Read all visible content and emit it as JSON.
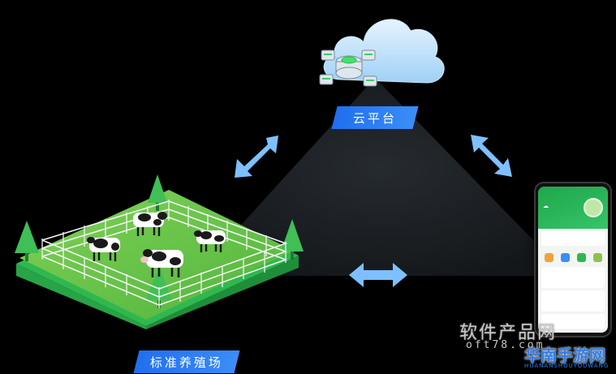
{
  "nodes": {
    "cloud": {
      "label": "云平台"
    },
    "farm": {
      "label": "标准养殖场"
    }
  },
  "colors": {
    "triangle_fill": "#1e2226",
    "arrow": "#7ec0ff",
    "tag_blue": "#2a7ef2",
    "grass": "#6dc74a",
    "platform_side": "#2fb84f"
  },
  "watermark": {
    "main": "软件产品网",
    "sub": "oft78.com",
    "brand": "华南手游网",
    "pinyin": "HUANANSHOUYOUWANG"
  },
  "icons": [
    "cloud-icon",
    "server-icon",
    "cow-icon",
    "tree-icon",
    "fence-icon",
    "smartphone-icon",
    "double-arrow-icon"
  ]
}
